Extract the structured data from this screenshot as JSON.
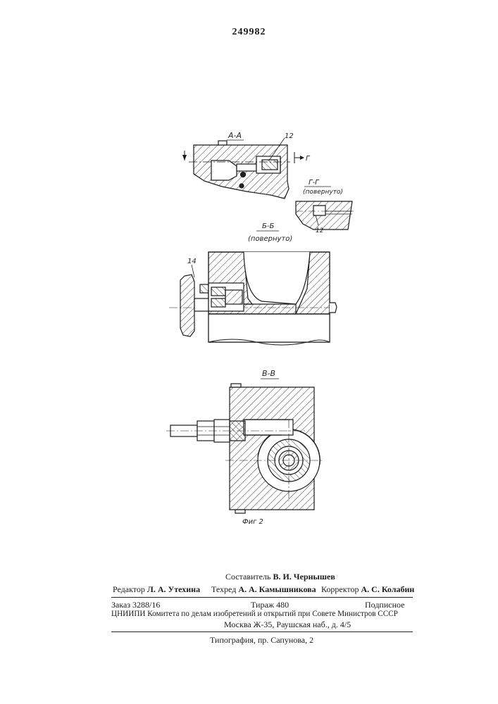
{
  "page": {
    "number": "249982"
  },
  "figure": {
    "section_aa_label": "А-А",
    "section_gg_label": "Г-Г",
    "section_gg_note": "(повернуто)",
    "section_bb_label": "Б-Б",
    "section_bb_note": "(повернуто)",
    "section_vv_label": "В-В",
    "ref_12": "12",
    "ref_12b": "12",
    "ref_14": "14",
    "arrow_g": "Г",
    "figure_caption": "Фиг 2"
  },
  "footer": {
    "compiler_label": "Составитель",
    "compiler_name": "В. И. Чернышев",
    "editor_label": "Редактор",
    "editor_name": "Л. А. Утехина",
    "techred_label": "Техред",
    "techred_name": "А. А. Камышникова",
    "corrector_label": "Корректор",
    "corrector_name": "А. С. Колабин",
    "order": "Заказ 3288/16",
    "circulation": "Тираж 480",
    "subscription": "Подписное",
    "institute": "ЦНИИПИ Комитета по делам изобретений и открытий при Совете Министров СССР",
    "address": "Москва Ж-35, Раушская наб., д. 4/5",
    "printing": "Типография, пр. Сапунова, 2"
  }
}
